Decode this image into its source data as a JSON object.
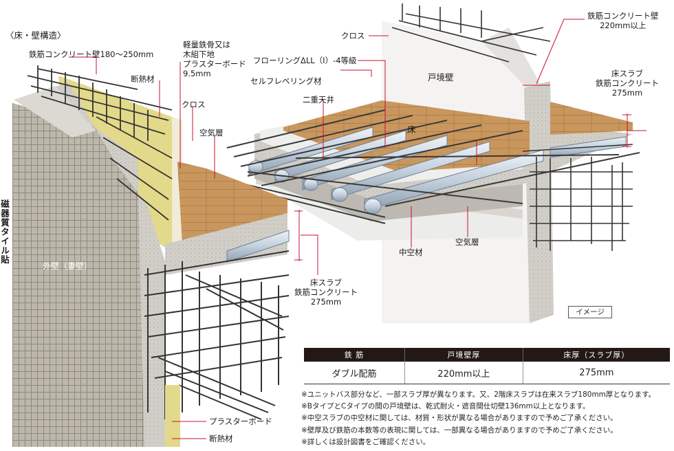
{
  "section_title": "〈床・壁構造〉",
  "labels": {
    "rc_wall": "鉄筋コンクリート壁180〜250mm",
    "insulation_top": "断熱材",
    "light_steel_1": "軽量鉄骨又は",
    "light_steel_2": "木組下地",
    "light_steel_3": "プラスターボード",
    "light_steel_4": "9.5mm",
    "cloth_left": "クロス",
    "air_layer_left": "空気層",
    "tile": "磁器質タイル貼",
    "exterior_wall": "外壁（妻壁）",
    "slab_left_1": "床スラブ",
    "slab_left_2": "鉄筋コンクリート",
    "slab_left_3": "275mm",
    "plaster_bottom": "プラスターボード",
    "insulation_bottom": "断熱材",
    "cloth_right": "クロス",
    "flooring": "フローリングΔLL（Ⅰ）-4等級",
    "self_leveling": "セルフレベリング材",
    "double_ceiling": "二重天井",
    "party_wall": "戸境壁",
    "floor": "床",
    "hollow": "中空材",
    "air_layer_right": "空気層",
    "rc_wall_right_1": "鉄筋コンクリート壁",
    "rc_wall_right_2": "220mm以上",
    "slab_right_1": "床スラブ",
    "slab_right_2": "鉄筋コンクリート",
    "slab_right_3": "275mm",
    "image_tag": "イメージ"
  },
  "table": {
    "headers": [
      "鉄 筋",
      "戸境壁厚",
      "床厚（スラブ厚）"
    ],
    "row": [
      "ダブル配筋",
      "220mm以上",
      "275mm"
    ]
  },
  "notes": [
    "※ユニットバス部分など、一部スラブ厚が異なります。又、2階床スラブは在来スラブ180mm厚となります。",
    "※BタイプとCタイプの間の戸境壁は、乾式耐火・遮音間仕切壁136mm以上となります。",
    "※中空スラブの中空材に関しては、材質・形状が異なる場合がありますので予めご了承ください。",
    "※壁厚及び鉄筋の本数等の表現に関しては、一部異なる場合がありますので予めご了承ください。",
    "※詳しくは設計図書をご確認ください。"
  ],
  "colors": {
    "tile": "#b8b3a6",
    "concrete": "#cfccc6",
    "wood": "#c9975e",
    "insulation": "#e3d98a",
    "rebar": "#3a3a3a",
    "hollow_tube": "#c8d4e0",
    "leader_red": "#c8102e"
  }
}
